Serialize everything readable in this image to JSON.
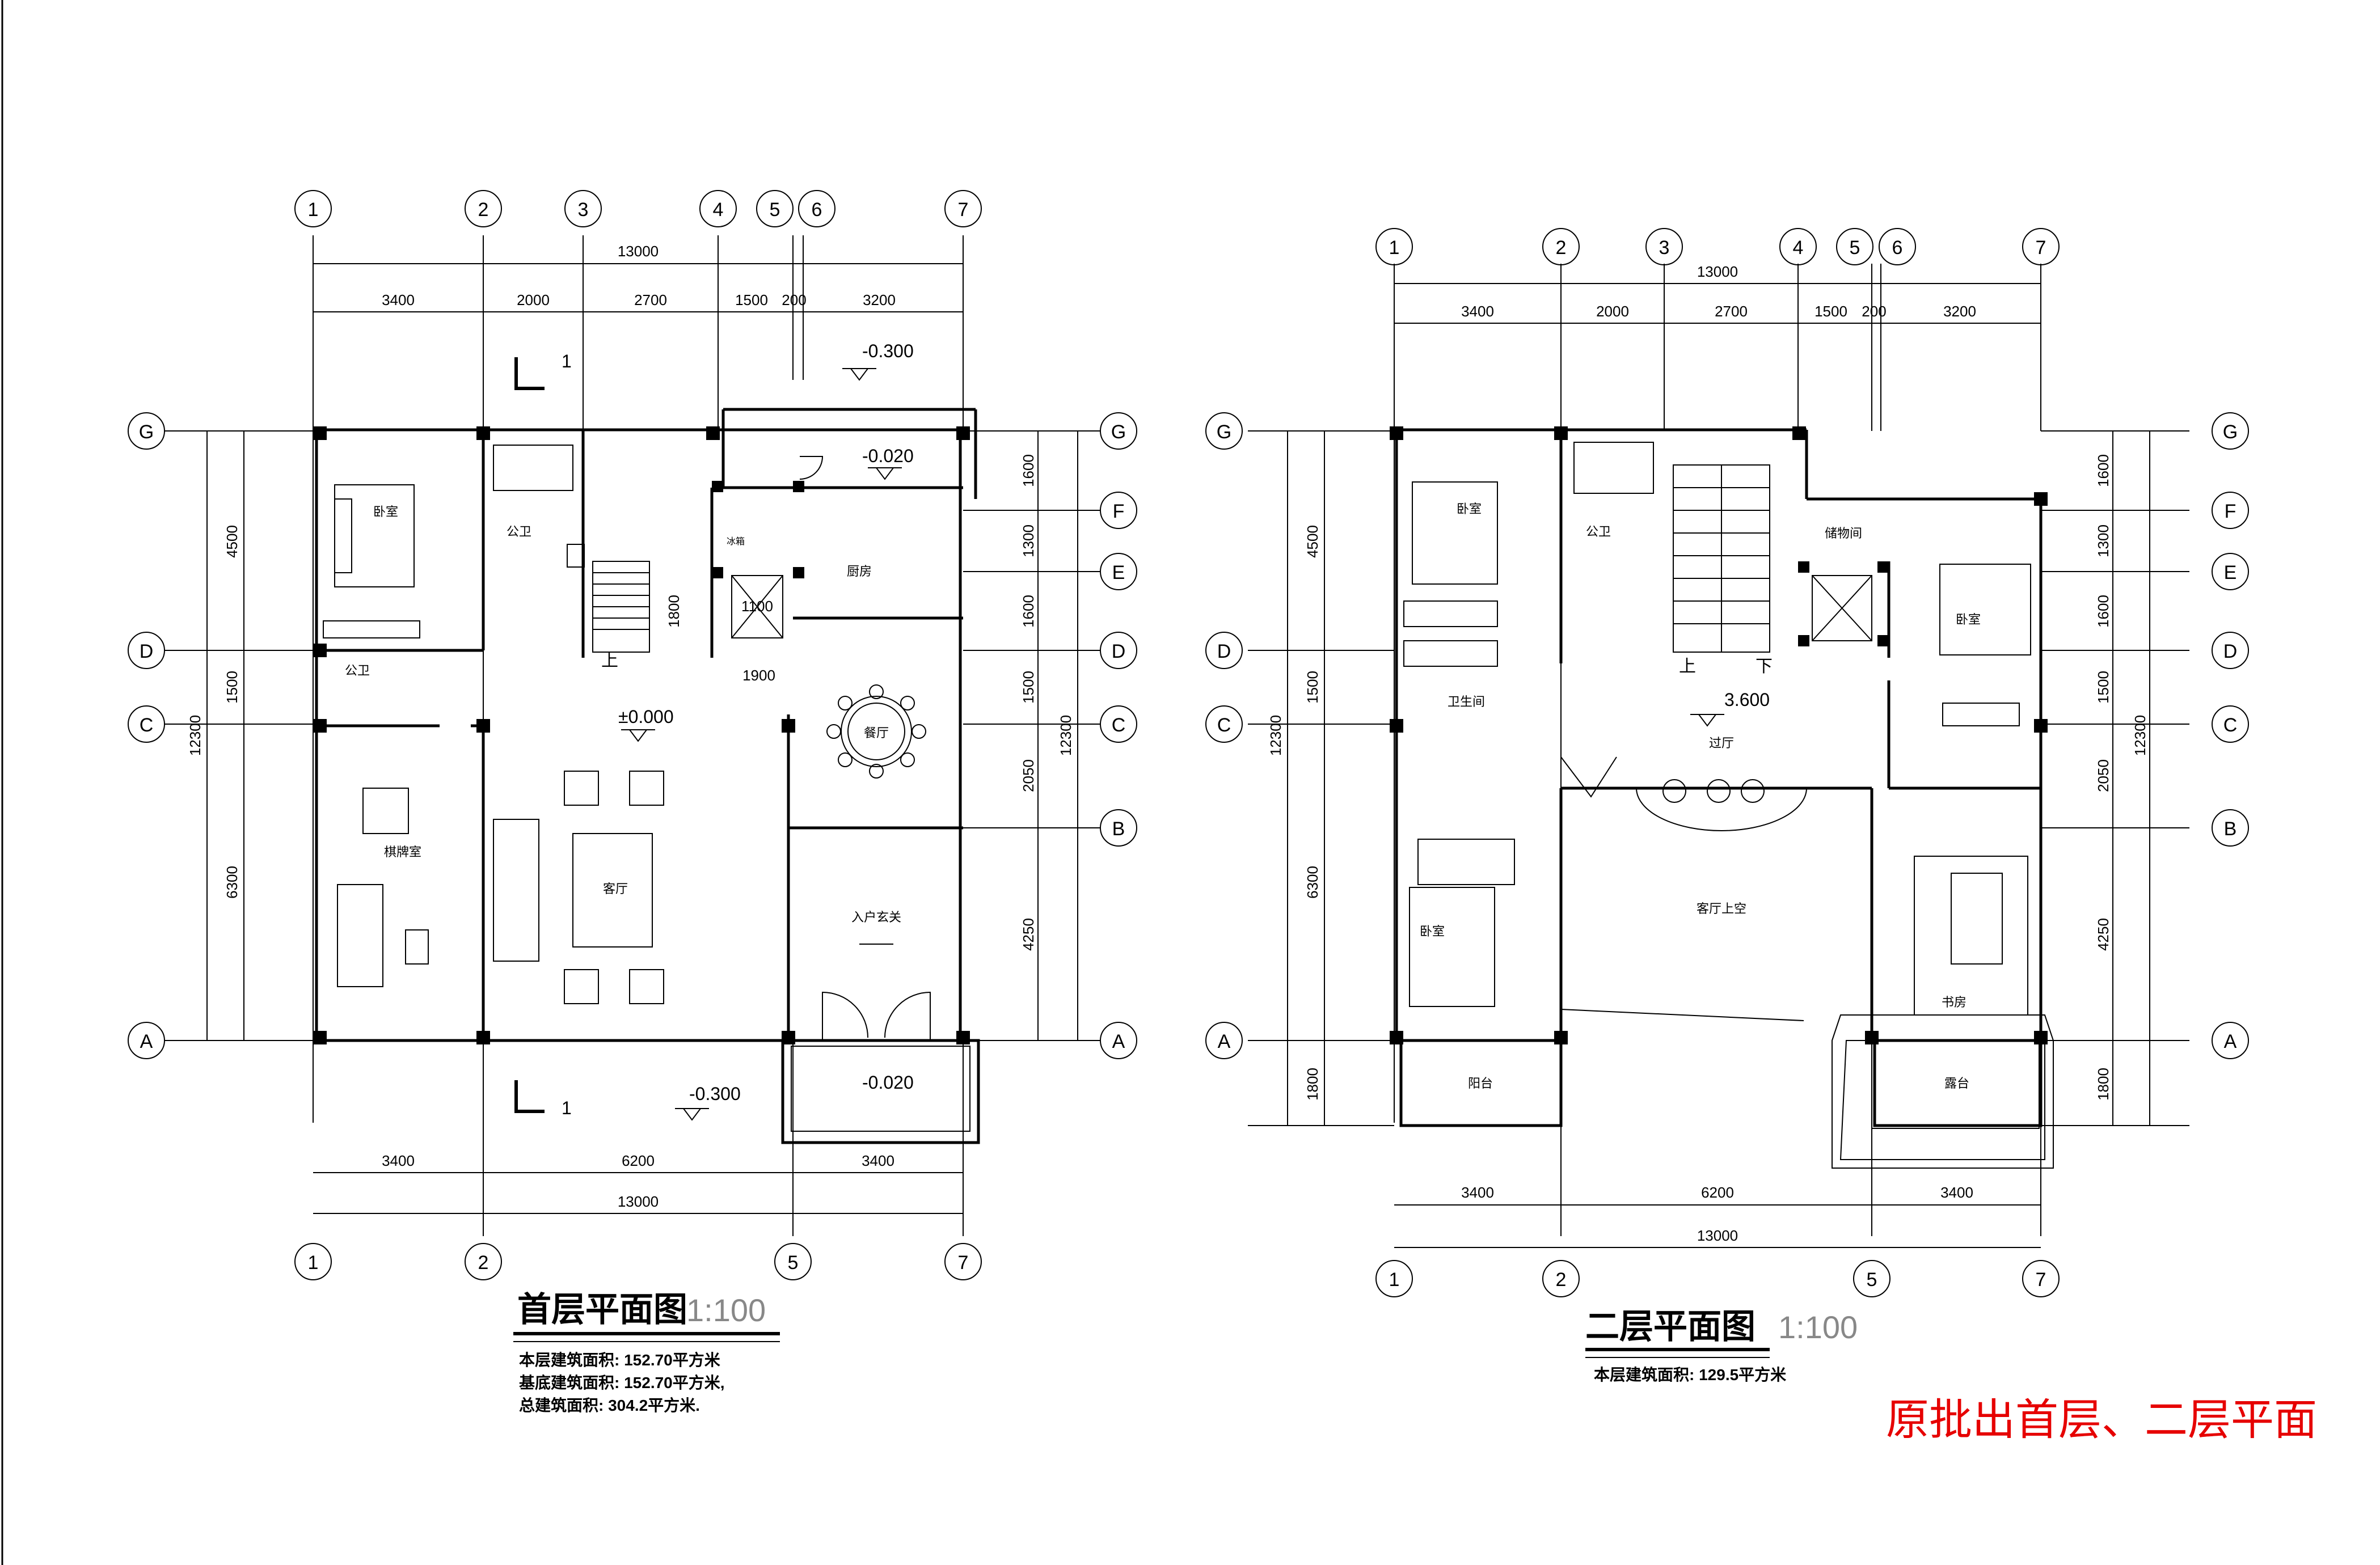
{
  "plans": [
    {
      "id": "floor1",
      "title": "首层平面图",
      "scale": "1:100",
      "notes": [
        "本层建筑面积: 152.70平方米",
        "基底建筑面积: 152.70平方米,",
        "总建筑面积: 304.2平方米."
      ],
      "top_axes": [
        "1",
        "2",
        "3",
        "4",
        "5",
        "6",
        "7"
      ],
      "bottom_axes": [
        "1",
        "2",
        "5",
        "7"
      ],
      "row_axes": [
        "G",
        "F",
        "E",
        "D",
        "C",
        "B",
        "A"
      ],
      "left_rows": [
        "G",
        "D",
        "C",
        "A"
      ],
      "right_rows": [
        "G",
        "F",
        "E",
        "D",
        "C",
        "B",
        "A"
      ],
      "top_total": "13000",
      "top_dims": [
        "3400",
        "2000",
        "2700",
        "1500",
        "200",
        "3200"
      ],
      "bottom_dims": [
        "3400",
        "6200",
        "3400"
      ],
      "bottom_total": "13000",
      "left_dims": [
        "4500",
        "1500",
        "6300"
      ],
      "left_total": "12300",
      "right_dims": [
        "1600",
        "1300",
        "1600",
        "1500",
        "2050",
        "4250"
      ],
      "right_total": "12300",
      "rooms": [
        {
          "name": "卧室"
        },
        {
          "name": "公卫"
        },
        {
          "name": "公卫"
        },
        {
          "name": "厨房"
        },
        {
          "name": "餐厅"
        },
        {
          "name": "客厅"
        },
        {
          "name": "棋牌室"
        },
        {
          "name": "入户玄关"
        },
        {
          "name": "冰箱"
        }
      ],
      "inner_dims": [
        "1800",
        "1100",
        "1900"
      ],
      "levels": [
        "-0.300",
        "-0.020",
        "±0.000",
        "-0.300",
        "-0.020"
      ],
      "section_marks": [
        "1",
        "1"
      ],
      "stair_label": "上"
    },
    {
      "id": "floor2",
      "title": "二层平面图",
      "scale": "1:100",
      "notes": [
        "本层建筑面积: 129.5平方米"
      ],
      "top_axes": [
        "1",
        "2",
        "3",
        "4",
        "5",
        "6",
        "7"
      ],
      "bottom_axes": [
        "1",
        "2",
        "5",
        "7"
      ],
      "left_rows": [
        "G",
        "D",
        "C",
        "A"
      ],
      "right_rows": [
        "G",
        "F",
        "E",
        "D",
        "C",
        "B",
        "A"
      ],
      "top_total": "13000",
      "top_dims": [
        "3400",
        "2000",
        "2700",
        "1500",
        "200",
        "3200"
      ],
      "bottom_dims": [
        "3400",
        "6200",
        "3400"
      ],
      "bottom_total": "13000",
      "left_dims": [
        "4500",
        "1500",
        "6300",
        "1800"
      ],
      "left_total": "12300",
      "right_dims": [
        "1600",
        "1300",
        "1600",
        "1500",
        "2050",
        "4250",
        "1800"
      ],
      "right_total": "12300",
      "rooms": [
        {
          "name": "卧室"
        },
        {
          "name": "公卫"
        },
        {
          "name": "储物间"
        },
        {
          "name": "卧室"
        },
        {
          "name": "卫生间"
        },
        {
          "name": "过厅"
        },
        {
          "name": "客厅上空"
        },
        {
          "name": "卧室"
        },
        {
          "name": "书房"
        },
        {
          "name": "阳台"
        },
        {
          "name": "露台"
        }
      ],
      "levels": [
        "3.600"
      ],
      "stair_labels": [
        "上",
        "下"
      ]
    }
  ],
  "approval_note": "原批出首层、二层平面",
  "colors": {
    "line": "#000000",
    "approval_note": "#e60000",
    "wall": "#000000",
    "paper": "#ffffff"
  }
}
